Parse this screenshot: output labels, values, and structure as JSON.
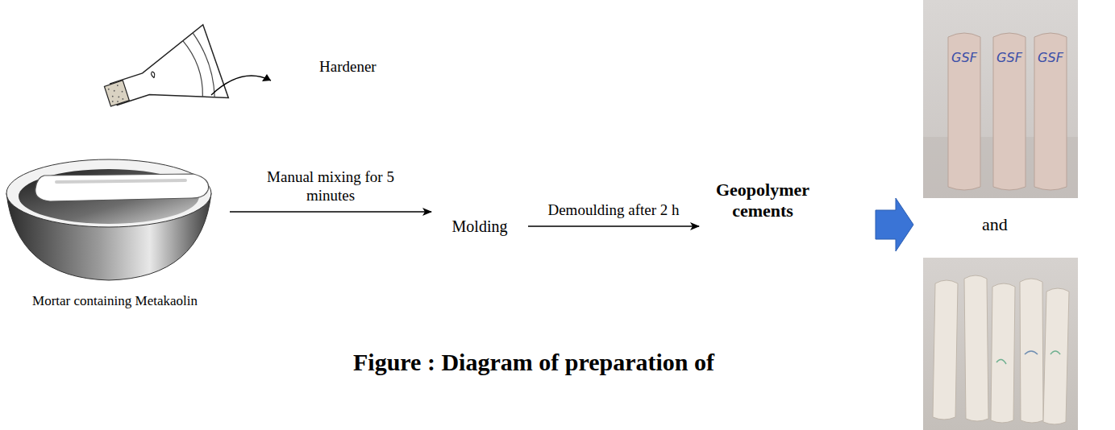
{
  "diagram": {
    "caption": "Figure : Diagram of preparation of",
    "nodes": [
      {
        "text": [
          "Mortar containing Metakaolin"
        ]
      },
      {
        "text": [
          "Molding"
        ]
      },
      {
        "text": [
          "Geopolymer cements"
        ]
      }
    ],
    "edges": [
      {
        "from": 0,
        "to": 1,
        "arrow": "to",
        "label": "Manual mixing for 5 minutes"
      },
      {
        "from": 1,
        "to": 2,
        "arrow": "to",
        "label": "Demoulding after 2 h"
      }
    ],
    "labels": [
      "Hardener",
      "and",
      "GSF",
      "GSF",
      "GSF"
    ]
  }
}
